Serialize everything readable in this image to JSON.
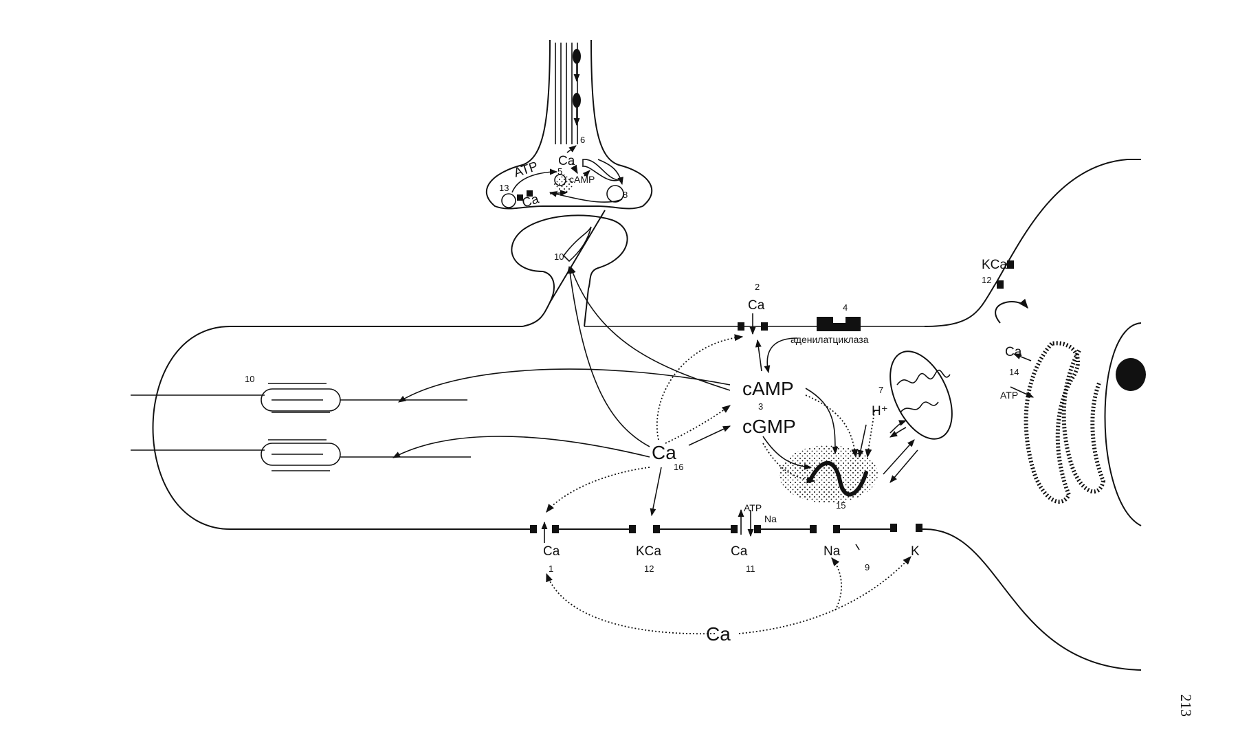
{
  "diagram": {
    "page_number": "213",
    "enzyme_label": "аденилатциклаза",
    "labels": {
      "synapse_atp": "ATP",
      "synapse_ca_top": "Ca",
      "synapse_camp": "cAMP",
      "synapse_ca_bottom": "Ca",
      "camp": "cAMP",
      "cgmp": "cGMP",
      "ca_center": "Ca",
      "ca_top_channel": "Ca",
      "h_plus": "H⁺",
      "kca_right": "KCa",
      "ca_er": "Ca",
      "atp_er": "ATP",
      "ca_bottom_1": "Ca",
      "kca_bottom": "KCa",
      "ca_bottom_11": "Ca",
      "atp_pump": "ATP",
      "na_pump": "Na",
      "na_bottom": "Na",
      "k_bottom": "K",
      "ca_extracellular": "Ca"
    },
    "numbers": {
      "n1": "1",
      "n2": "2",
      "n3": "3",
      "n4": "4",
      "n5": "5",
      "n6": "6",
      "n7": "7",
      "n8": "8",
      "n9": "9",
      "n10a": "10",
      "n10b": "10",
      "n11": "11",
      "n12a": "12",
      "n12b": "12",
      "n13": "13",
      "n14": "14",
      "n15": "15",
      "n16": "16"
    }
  }
}
